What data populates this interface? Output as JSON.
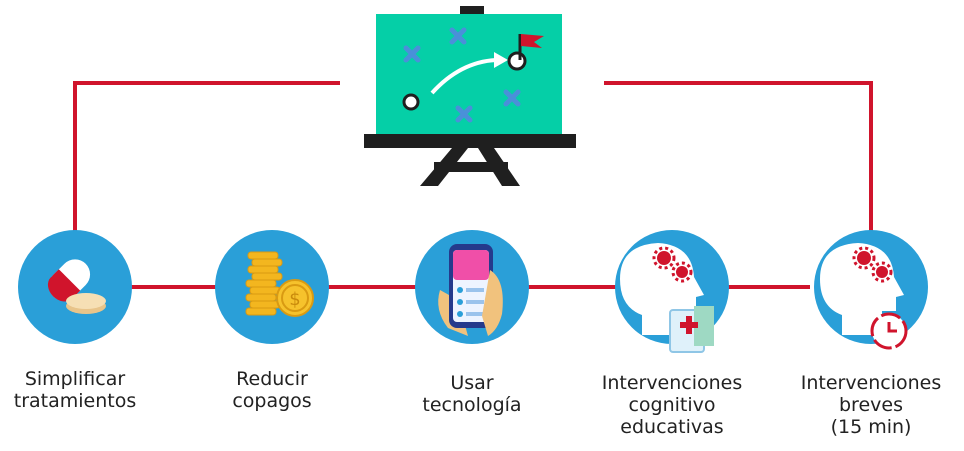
{
  "colors": {
    "line": "#d0142c",
    "circle": "#2a9fd8",
    "board": "#05cfa7",
    "easel": "#1f1f1f",
    "marker_x": "#4a90d9",
    "accent_red": "#d0142c",
    "head": "#ffffff",
    "coin": "#f3b61f"
  },
  "steps": [
    {
      "icon": "pill-tablet-icon",
      "label": "Simplificar\ntratamientos"
    },
    {
      "icon": "coin-stack-icon",
      "label": "Reducir\ncopagos"
    },
    {
      "icon": "smartphone-hand-icon",
      "label": "Usar\ntecnología"
    },
    {
      "icon": "head-gears-document-icon",
      "label": "Intervenciones\ncognitivo\neducativas"
    },
    {
      "icon": "head-gears-clock-icon",
      "label": "Intervenciones\nbreves\n(15 min)"
    }
  ]
}
